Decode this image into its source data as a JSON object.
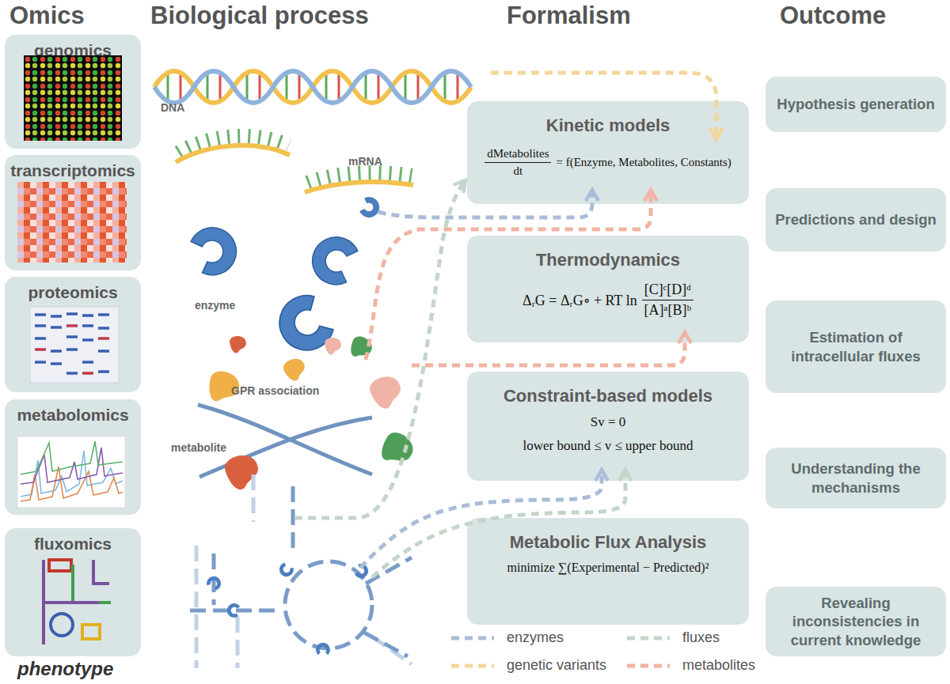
{
  "diagram": {
    "nodes": [
      {
        "text": [
          "genomics"
        ]
      },
      {
        "text": [
          "transcriptomics"
        ]
      },
      {
        "text": [
          "proteomics"
        ]
      },
      {
        "text": [
          "metabolomics"
        ]
      },
      {
        "text": [
          "fluxomics"
        ]
      },
      {
        "text": [
          "Kinetic models",
          "dMetabolites",
          "dt",
          "= f(Enzyme, Metabolites, Constants)"
        ]
      },
      {
        "text": [
          "Thermodynamics",
          "ΔᵣG = ΔᵣG∘ + RT ln",
          "[C]ᶜ[D]ᵈ",
          "[A]ᵃ[B]ᵇ"
        ]
      },
      {
        "text": [
          "Constraint-based models",
          "Sv = 0",
          "lower bound ≤ v ≤ upper bound"
        ]
      },
      {
        "text": [
          "Metabolic Flux Analysis",
          "minimize ∑(Experimental − Predicted)²"
        ]
      },
      {
        "text": [
          "Hypothesis generation"
        ]
      },
      {
        "text": [
          "Predictions and design"
        ]
      },
      {
        "text": [
          "Estimation of intracellular fluxes"
        ]
      },
      {
        "text": [
          "Understanding the mechanisms"
        ]
      },
      {
        "text": [
          "Revealing inconsistencies in current knowledge"
        ]
      }
    ],
    "labels": [
      "Omics",
      "Biological process",
      "Formalism",
      "Outcome",
      "DNA",
      "mRNA",
      "enzyme",
      "GPR association",
      "metabolite",
      "phenotype"
    ],
    "legend": [
      {
        "text": "enzymes"
      },
      {
        "text": "fluxes"
      },
      {
        "text": "genetic variants"
      },
      {
        "text": "metabolites"
      }
    ]
  }
}
